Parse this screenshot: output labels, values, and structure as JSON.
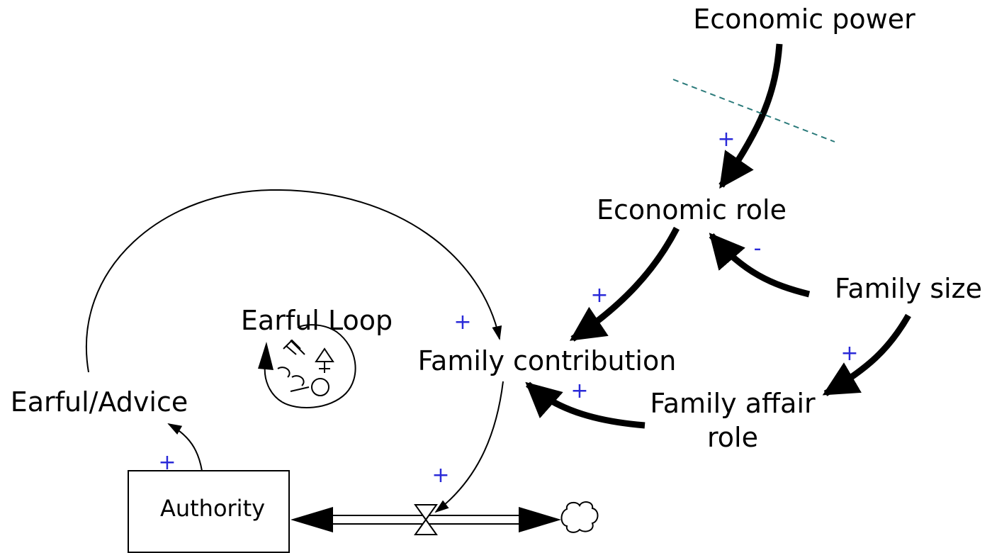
{
  "nodes": {
    "economic_power": "Economic power",
    "economic_role": "Economic role",
    "family_size": "Family size",
    "family_contribution": "Family contribution",
    "family_affair_role_line1": "Family affair",
    "family_affair_role_line2": "role",
    "earful_advice": "Earful/Advice",
    "authority": "Authority"
  },
  "loop": {
    "name": "Earful Loop"
  },
  "polarities": {
    "power_to_econ_role": "+",
    "econ_role_to_contribution": "+",
    "size_to_econ_role": "-",
    "size_to_affair_role": "+",
    "affair_role_to_contribution": "+",
    "earful_to_contribution": "+",
    "contribution_to_flow": "+",
    "authority_to_earful": "+"
  },
  "colors": {
    "ink": "#000000",
    "polarity": "#2a2ad8",
    "delay_mark": "#2a7a7a"
  }
}
